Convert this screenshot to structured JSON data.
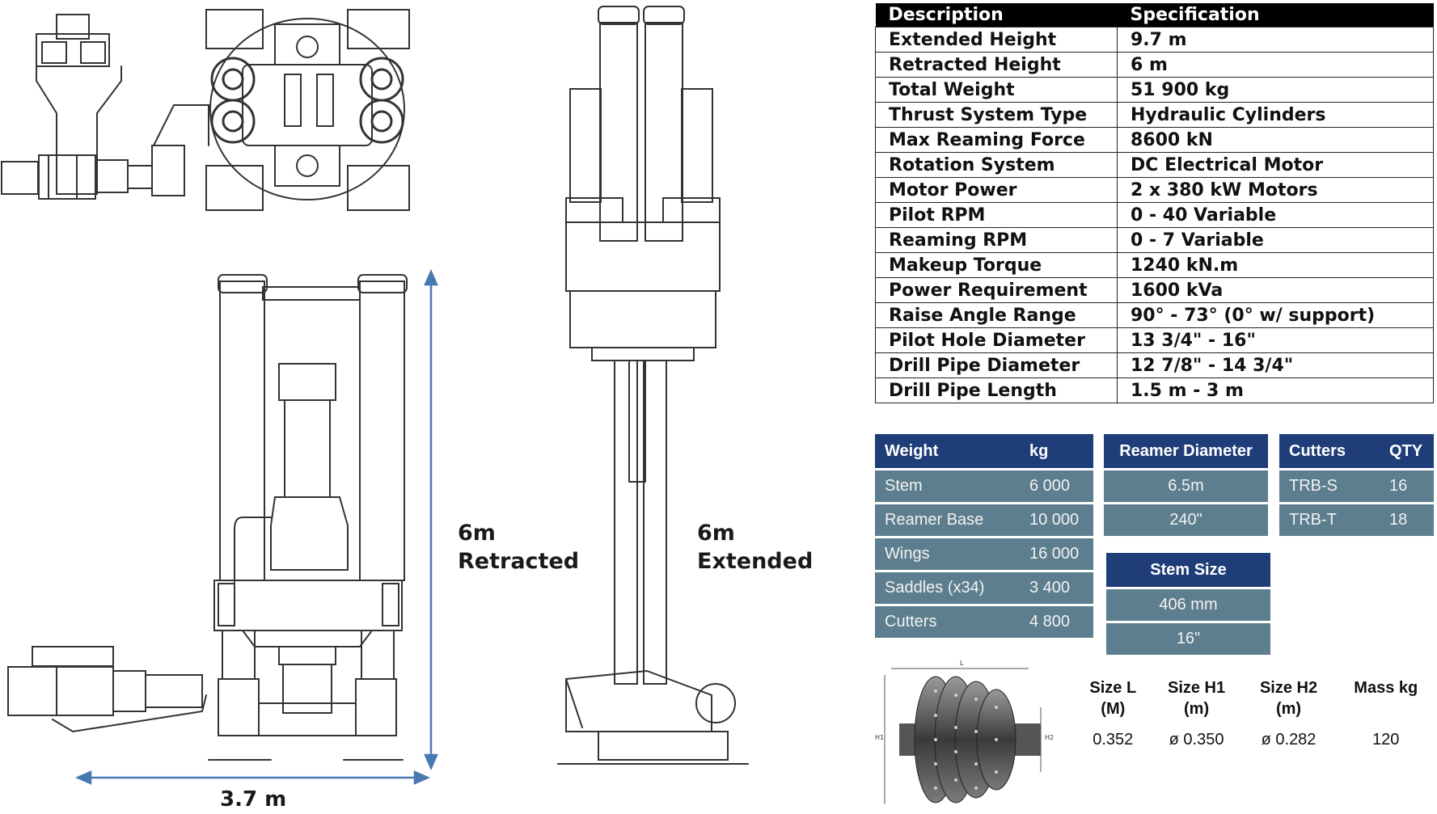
{
  "drawings": {
    "retracted_label": [
      "6m",
      "Retracted"
    ],
    "extended_label": [
      "6m",
      "Extended"
    ],
    "width_label": "3.7 m"
  },
  "spec_table": {
    "headers": [
      "Description",
      "Specification"
    ],
    "rows": [
      [
        "Extended Height",
        "9.7 m"
      ],
      [
        "Retracted Height",
        "6 m"
      ],
      [
        "Total Weight",
        "51 900 kg"
      ],
      [
        "Thrust System Type",
        "Hydraulic Cylinders"
      ],
      [
        "Max Reaming Force",
        "8600 kN"
      ],
      [
        "Rotation System",
        "DC Electrical Motor"
      ],
      [
        "Motor Power",
        "2 x 380 kW Motors"
      ],
      [
        "Pilot RPM",
        "0 - 40 Variable"
      ],
      [
        "Reaming RPM",
        "0 - 7 Variable"
      ],
      [
        "Makeup Torque",
        "1240 kN.m"
      ],
      [
        "Power Requirement",
        "1600 kVa"
      ],
      [
        "Raise Angle Range",
        "90° - 73°  (0° w/ support)"
      ],
      [
        "Pilot Hole Diameter",
        "13 3/4\" - 16\""
      ],
      [
        "Drill Pipe Diameter",
        "12 7/8\" - 14 3/4\""
      ],
      [
        "Drill Pipe Length",
        "1.5 m - 3 m"
      ]
    ]
  },
  "weight_table": {
    "headers": [
      "Weight",
      "kg"
    ],
    "rows": [
      [
        "Stem",
        "6 000"
      ],
      [
        "Reamer Base",
        "10 000"
      ],
      [
        "Wings",
        "16 000"
      ],
      [
        "Saddles (x34)",
        "3 400"
      ],
      [
        "Cutters",
        "4 800"
      ]
    ]
  },
  "reamer_table": {
    "header": "Reamer Diameter",
    "rows": [
      "6.5m",
      "240\""
    ]
  },
  "cutters_table": {
    "headers": [
      "Cutters",
      "QTY"
    ],
    "rows": [
      [
        "TRB-S",
        "16"
      ],
      [
        "TRB-T",
        "18"
      ]
    ]
  },
  "stem_table": {
    "header": "Stem Size",
    "rows": [
      "406 mm",
      "16\""
    ]
  },
  "cutter_figure": {
    "labels": {
      "length": "L",
      "h1": "H1",
      "h2": "H2"
    }
  },
  "size_table": {
    "headers": [
      [
        "Size L",
        "(M)"
      ],
      [
        "Size H1",
        "(m)"
      ],
      [
        "Size H2",
        "(m)"
      ],
      [
        "Mass kg"
      ]
    ],
    "values": [
      "0.352",
      "ø 0.350",
      "ø 0.282",
      "120"
    ]
  },
  "colors": {
    "header_blue": "#1f3d78",
    "cell_blue": "#5d7e8e",
    "arrow_blue": "#4a78b0",
    "spec_header": "#000000"
  }
}
